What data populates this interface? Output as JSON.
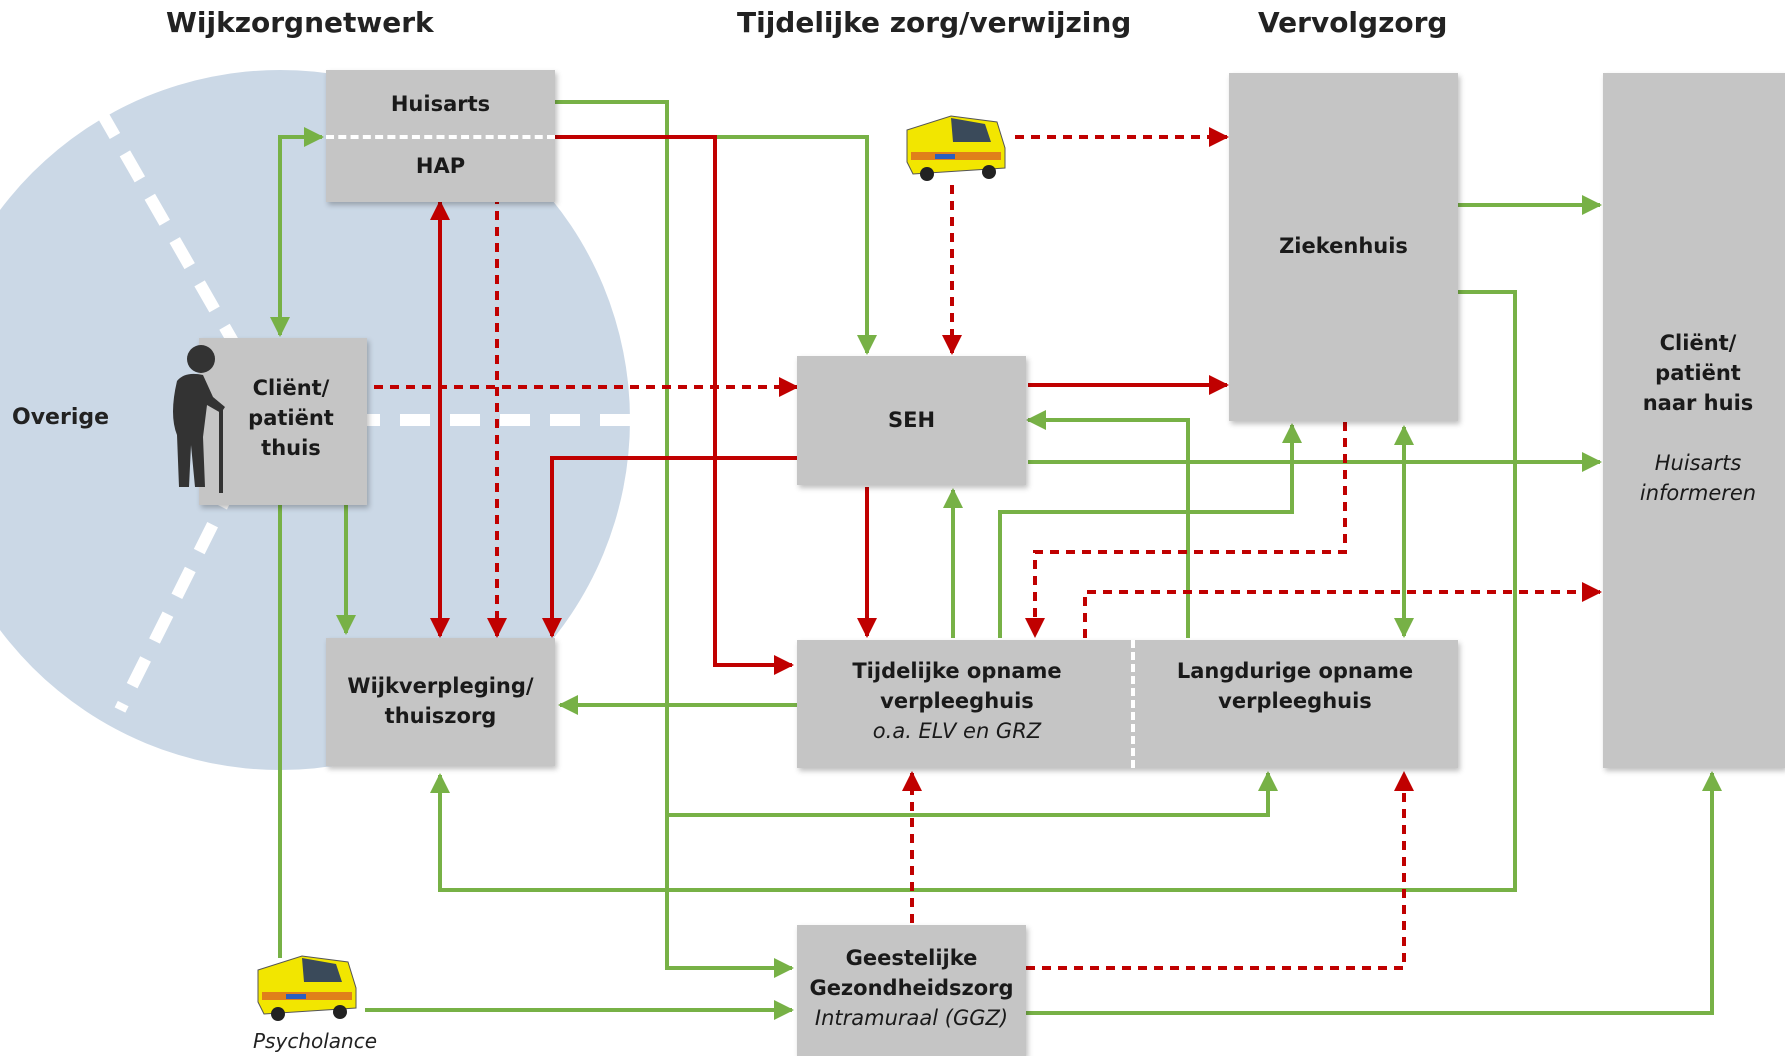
{
  "headers": {
    "wijkzorg": "Wijkzorgnetwerk",
    "tijdelijk": "Tijdelijke zorg/verwijzing",
    "vervolg": "Vervolgzorg"
  },
  "labels": {
    "overige": "Overige",
    "huisarts": "Huisarts",
    "hap": "HAP",
    "client_l1": "Cliënt/",
    "client_l2": "patiënt",
    "client_l3": "thuis",
    "wijk_l1": "Wijkverpleging/",
    "wijk_l2": "thuiszorg",
    "seh": "SEH",
    "ziekenhuis": "Ziekenhuis",
    "tijdelijk_l1": "Tijdelijke opname",
    "tijdelijk_l2": "verpleeghuis",
    "tijdelijk_l3": "o.a. ELV en GRZ",
    "lang_l1": "Langdurige opname",
    "lang_l2": "verpleeghuis",
    "ggz_l1": "Geestelijke",
    "ggz_l2": "Gezondheidszorg",
    "ggz_l3": "Intramuraal (GGZ)",
    "home_l1": "Cliënt/",
    "home_l2": "patiënt",
    "home_l3": "naar huis",
    "home_l4": "Huisarts",
    "home_l5": "informeren",
    "psycholance": "Psycholance"
  },
  "icons": [
    "ambulance-icon",
    "psycholance-ambulance-icon",
    "elderly-person-icon"
  ],
  "colors": {
    "green": "#77b146",
    "red": "#c00000",
    "box": "#c5c5c5",
    "circle": "#cbd8e6"
  }
}
